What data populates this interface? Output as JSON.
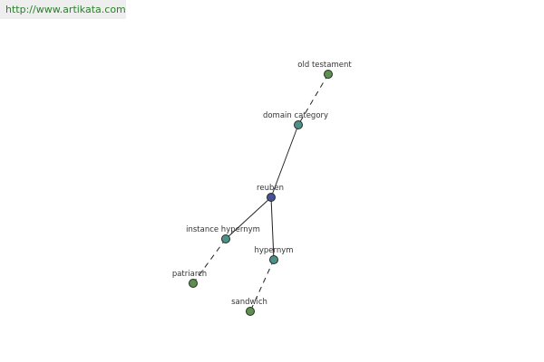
{
  "header": {
    "site_url": "http://www.artikata.com"
  },
  "graph": {
    "nodes": [
      {
        "id": "old-testament",
        "label": "old testament",
        "color": "#5e8f4f"
      },
      {
        "id": "domain-category",
        "label": "domain category",
        "color": "#4f8f8a"
      },
      {
        "id": "reuben",
        "label": "reuben",
        "color": "#4a4f9a"
      },
      {
        "id": "instance-hypernym",
        "label": "instance hypernym",
        "color": "#4f8f8a"
      },
      {
        "id": "hypernym",
        "label": "hypernym",
        "color": "#4f8f8a"
      },
      {
        "id": "patriarch",
        "label": "patriarch",
        "color": "#5e8f4f"
      },
      {
        "id": "sandwich",
        "label": "sandwich",
        "color": "#5e8f4f"
      }
    ],
    "edges": [
      {
        "from": "old-testament",
        "to": "domain-category",
        "style": "dashed"
      },
      {
        "from": "domain-category",
        "to": "reuben",
        "style": "solid"
      },
      {
        "from": "reuben",
        "to": "instance-hypernym",
        "style": "solid"
      },
      {
        "from": "reuben",
        "to": "hypernym",
        "style": "solid"
      },
      {
        "from": "instance-hypernym",
        "to": "patriarch",
        "style": "dashed"
      },
      {
        "from": "hypernym",
        "to": "sandwich",
        "style": "dashed"
      }
    ]
  }
}
